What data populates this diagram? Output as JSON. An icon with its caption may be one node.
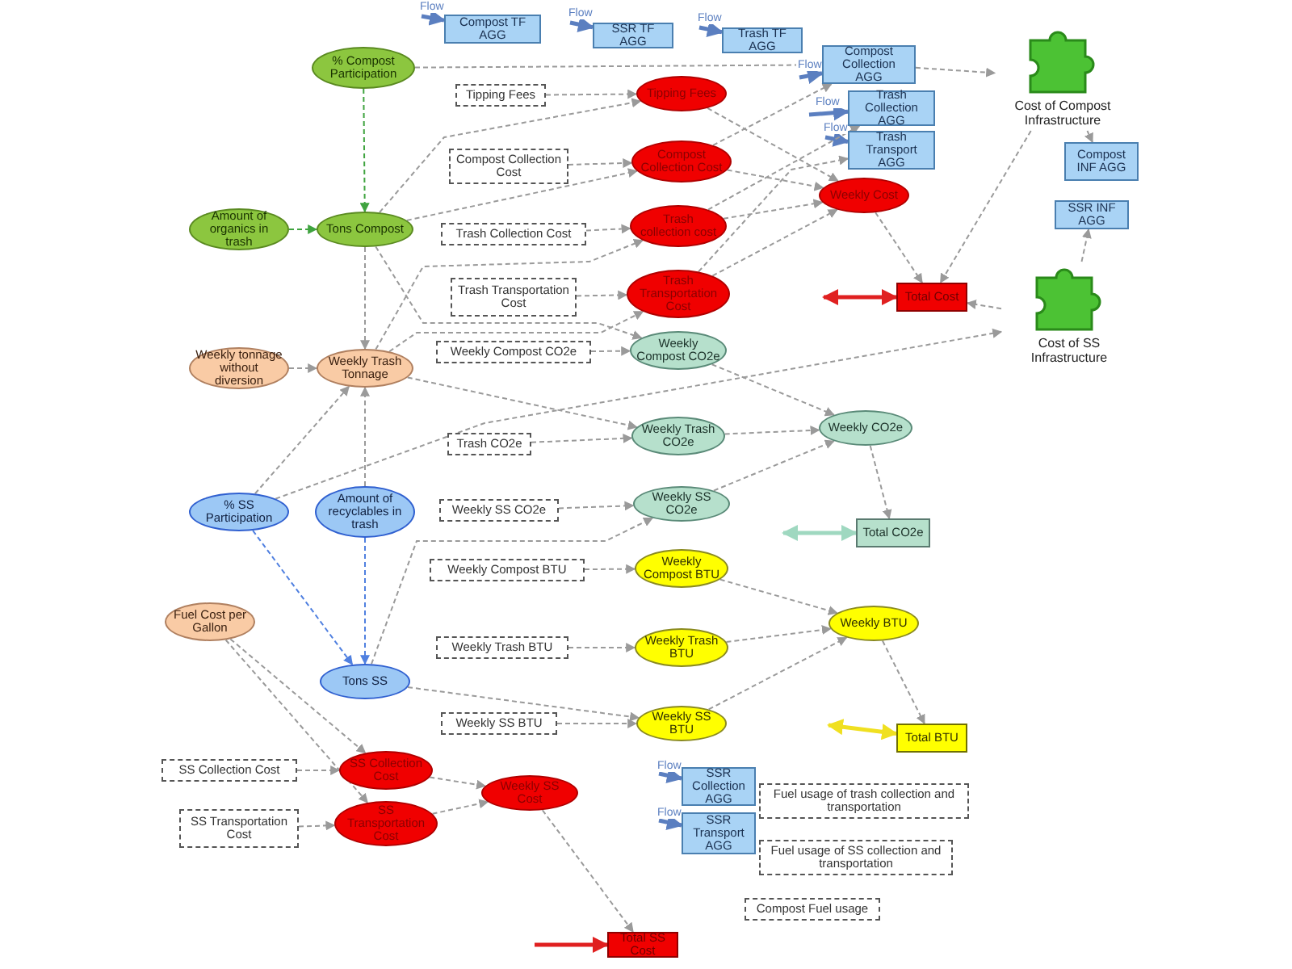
{
  "diagram": {
    "nodes": [
      {
        "text": [
          "% Compost Participation"
        ]
      },
      {
        "text": [
          "Compost TF AGG"
        ]
      },
      {
        "text": [
          "SSR TF AGG"
        ]
      },
      {
        "text": [
          "Trash TF AGG"
        ]
      },
      {
        "text": [
          "Compost Collection AGG"
        ]
      },
      {
        "text": [
          "Cost of Compost Infrastructure"
        ]
      },
      {
        "text": [
          "Tipping Fees"
        ]
      },
      {
        "text": [
          "Tipping Fees"
        ]
      },
      {
        "text": [
          "Trash Collection AGG"
        ]
      },
      {
        "text": [
          "Trash Transport AGG"
        ]
      },
      {
        "text": [
          "Compost INF AGG"
        ]
      },
      {
        "text": [
          "Compost Collection Cost"
        ]
      },
      {
        "text": [
          "Compost Collection Cost"
        ]
      },
      {
        "text": [
          "Weekly Cost"
        ]
      },
      {
        "text": [
          "Amount of organics in trash"
        ]
      },
      {
        "text": [
          "Tons Compost"
        ]
      },
      {
        "text": [
          "Trash Collection Cost"
        ]
      },
      {
        "text": [
          "Trash collection cost"
        ]
      },
      {
        "text": [
          "SSR INF AGG"
        ]
      },
      {
        "text": [
          "Trash Transportation Cost"
        ]
      },
      {
        "text": [
          "Trash Transportation Cost"
        ]
      },
      {
        "text": [
          "Total Cost"
        ]
      },
      {
        "text": [
          "Cost of SS Infrastructure"
        ]
      },
      {
        "text": [
          "Weekly Compost CO2e"
        ]
      },
      {
        "text": [
          "Weekly Compost CO2e"
        ]
      },
      {
        "text": [
          "Weekly tonnage without diversion"
        ]
      },
      {
        "text": [
          "Weekly Trash Tonnage"
        ]
      },
      {
        "text": [
          "Trash CO2e"
        ]
      },
      {
        "text": [
          "Weekly Trash CO2e"
        ]
      },
      {
        "text": [
          "Weekly CO2e"
        ]
      },
      {
        "text": [
          "% SS Participation"
        ]
      },
      {
        "text": [
          "Amount of recyclables in trash"
        ]
      },
      {
        "text": [
          "Weekly SS CO2e"
        ]
      },
      {
        "text": [
          "Weekly SS CO2e"
        ]
      },
      {
        "text": [
          "Total CO2e"
        ]
      },
      {
        "text": [
          "Weekly Compost BTU"
        ]
      },
      {
        "text": [
          "Weekly Compost BTU"
        ]
      },
      {
        "text": [
          "Fuel Cost per Gallon"
        ]
      },
      {
        "text": [
          "Weekly BTU"
        ]
      },
      {
        "text": [
          "Weekly Trash BTU"
        ]
      },
      {
        "text": [
          "Weekly Trash BTU"
        ]
      },
      {
        "text": [
          "Tons SS"
        ]
      },
      {
        "text": [
          "Weekly SS BTU"
        ]
      },
      {
        "text": [
          "Weekly SS BTU"
        ]
      },
      {
        "text": [
          "Total BTU"
        ]
      },
      {
        "text": [
          "SS Collection Cost"
        ]
      },
      {
        "text": [
          "SS Collection Cost"
        ]
      },
      {
        "text": [
          "Fuel usage of trash collection and transportation"
        ]
      },
      {
        "text": [
          "SSR Collection AGG"
        ]
      },
      {
        "text": [
          "Weekly SS Cost"
        ]
      },
      {
        "text": [
          "SS Transportation Cost"
        ]
      },
      {
        "text": [
          "SS Transportation Cost"
        ]
      },
      {
        "text": [
          "SSR Transport AGG"
        ]
      },
      {
        "text": [
          "Fuel usage of SS collection and transportation"
        ]
      },
      {
        "text": [
          "Compost Fuel usage"
        ]
      },
      {
        "text": [
          "Total SS Cost"
        ]
      }
    ],
    "edges": [
      {
        "from": null,
        "to": 1,
        "arrow": "to",
        "label": "Flow",
        "style": "thick",
        "color": "#5b7fc0"
      },
      {
        "from": null,
        "to": 2,
        "arrow": "to",
        "label": "Flow",
        "style": "thick",
        "color": "#5b7fc0"
      },
      {
        "from": null,
        "to": 3,
        "arrow": "to",
        "label": "Flow",
        "style": "thick",
        "color": "#5b7fc0"
      },
      {
        "from": null,
        "to": 4,
        "arrow": "to",
        "label": "Flow",
        "style": "thick",
        "color": "#5b7fc0"
      },
      {
        "from": null,
        "to": 8,
        "arrow": "to",
        "label": "Flow",
        "style": "thick",
        "color": "#5b7fc0"
      },
      {
        "from": null,
        "to": 9,
        "arrow": "to",
        "label": "Flow",
        "style": "thick",
        "color": "#5b7fc0"
      },
      {
        "from": null,
        "to": 48,
        "arrow": "to",
        "label": "Flow",
        "style": "thick",
        "color": "#5b7fc0"
      },
      {
        "from": null,
        "to": 52,
        "arrow": "to",
        "label": "Flow",
        "style": "thick",
        "color": "#5b7fc0"
      },
      {
        "from": 0,
        "to": 15,
        "arrow": "to",
        "style": "dashed",
        "color": "#3fa33f"
      },
      {
        "from": 14,
        "to": 15,
        "arrow": "to",
        "style": "dashed",
        "color": "#3fa33f"
      },
      {
        "from": 30,
        "to": 41,
        "arrow": "to",
        "style": "dashed",
        "color": "#5080e0"
      },
      {
        "from": 31,
        "to": 41,
        "arrow": "to",
        "style": "dashed",
        "color": "#5080e0"
      },
      {
        "from": 25,
        "to": 26,
        "arrow": "to",
        "style": "dashed"
      },
      {
        "from": 15,
        "to": 26,
        "arrow": "to",
        "style": "dashed"
      },
      {
        "from": 31,
        "to": 26,
        "arrow": "to",
        "style": "dashed"
      },
      {
        "from": 30,
        "to": 26,
        "arrow": "to",
        "style": "dashed"
      },
      {
        "from": 6,
        "to": 7,
        "arrow": "to",
        "style": "dashed"
      },
      {
        "from": 11,
        "to": 12,
        "arrow": "to",
        "style": "dashed"
      },
      {
        "from": 16,
        "to": 17,
        "arrow": "to",
        "style": "dashed"
      },
      {
        "from": 19,
        "to": 20,
        "arrow": "to",
        "style": "dashed"
      },
      {
        "from": 23,
        "to": 24,
        "arrow": "to",
        "style": "dashed"
      },
      {
        "from": 27,
        "to": 28,
        "arrow": "to",
        "style": "dashed"
      },
      {
        "from": 32,
        "to": 33,
        "arrow": "to",
        "style": "dashed"
      },
      {
        "from": 35,
        "to": 36,
        "arrow": "to",
        "style": "dashed"
      },
      {
        "from": 39,
        "to": 40,
        "arrow": "to",
        "style": "dashed"
      },
      {
        "from": 42,
        "to": 43,
        "arrow": "to",
        "style": "dashed"
      },
      {
        "from": 45,
        "to": 46,
        "arrow": "to",
        "style": "dashed"
      },
      {
        "from": 50,
        "to": 51,
        "arrow": "to",
        "style": "dashed"
      },
      {
        "from": 7,
        "to": 13,
        "arrow": "to",
        "style": "dashed"
      },
      {
        "from": 12,
        "to": 13,
        "arrow": "to",
        "style": "dashed"
      },
      {
        "from": 17,
        "to": 13,
        "arrow": "to",
        "style": "dashed"
      },
      {
        "from": 20,
        "to": 13,
        "arrow": "to",
        "style": "dashed"
      },
      {
        "from": 13,
        "to": 21,
        "arrow": "to",
        "style": "dashed"
      },
      {
        "from": 5,
        "to": 21,
        "arrow": "to",
        "style": "dashed"
      },
      {
        "from": 22,
        "to": 21,
        "arrow": "to",
        "style": "dashed"
      },
      {
        "from": 24,
        "to": 29,
        "arrow": "to",
        "style": "dashed"
      },
      {
        "from": 28,
        "to": 29,
        "arrow": "to",
        "style": "dashed"
      },
      {
        "from": 33,
        "to": 29,
        "arrow": "to",
        "style": "dashed"
      },
      {
        "from": 29,
        "to": 34,
        "arrow": "to",
        "style": "dashed"
      },
      {
        "from": 36,
        "to": 38,
        "arrow": "to",
        "style": "dashed"
      },
      {
        "from": 40,
        "to": 38,
        "arrow": "to",
        "style": "dashed"
      },
      {
        "from": 43,
        "to": 38,
        "arrow": "to",
        "style": "dashed"
      },
      {
        "from": 38,
        "to": 44,
        "arrow": "to",
        "style": "dashed"
      },
      {
        "from": 46,
        "to": 49,
        "arrow": "to",
        "style": "dashed"
      },
      {
        "from": 51,
        "to": 49,
        "arrow": "to",
        "style": "dashed"
      },
      {
        "from": 49,
        "to": 55,
        "arrow": "to",
        "style": "dashed"
      },
      {
        "from": 37,
        "to": 46,
        "arrow": "to",
        "style": "dashed"
      },
      {
        "from": 37,
        "to": 51,
        "arrow": "to",
        "style": "dashed"
      },
      {
        "from": 0,
        "to": 4,
        "arrow": "to",
        "style": "dashed"
      },
      {
        "from": 30,
        "to": 22,
        "arrow": "to",
        "style": "dashed"
      },
      {
        "from": 5,
        "to": 10,
        "arrow": "to",
        "style": "dashed"
      },
      {
        "from": 22,
        "to": 18,
        "arrow": "to",
        "style": "dashed"
      },
      {
        "from": 15,
        "to": 7,
        "arrow": "to",
        "style": "dashed"
      },
      {
        "from": 15,
        "to": 12,
        "arrow": "to",
        "style": "dashed"
      },
      {
        "from": 15,
        "to": 24,
        "arrow": "to",
        "style": "dashed"
      },
      {
        "from": 26,
        "to": 17,
        "arrow": "to",
        "style": "dashed"
      },
      {
        "from": 26,
        "to": 20,
        "arrow": "to",
        "style": "dashed"
      },
      {
        "from": 26,
        "to": 28,
        "arrow": "to",
        "style": "dashed"
      },
      {
        "from": 41,
        "to": 33,
        "arrow": "to",
        "style": "dashed"
      },
      {
        "from": 41,
        "to": 43,
        "arrow": "to",
        "style": "dashed"
      },
      {
        "from": 12,
        "to": 4,
        "arrow": "to",
        "style": "dashed"
      },
      {
        "from": 17,
        "to": 8,
        "arrow": "to",
        "style": "dashed"
      },
      {
        "from": 20,
        "to": 9,
        "arrow": "to",
        "style": "dashed"
      },
      {
        "from": null,
        "to": 21,
        "arrow": "both",
        "style": "thick",
        "color": "#e02020"
      },
      {
        "from": null,
        "to": 34,
        "arrow": "both",
        "style": "thick",
        "color": "#9fd8c0"
      },
      {
        "from": null,
        "to": 44,
        "arrow": "both",
        "style": "thick",
        "color": "#f0e020"
      },
      {
        "from": null,
        "to": 55,
        "arrow": "to",
        "style": "thick",
        "color": "#e02020"
      },
      {
        "from": 4,
        "to": 5,
        "arrow": "to",
        "style": "dashed"
      }
    ]
  }
}
